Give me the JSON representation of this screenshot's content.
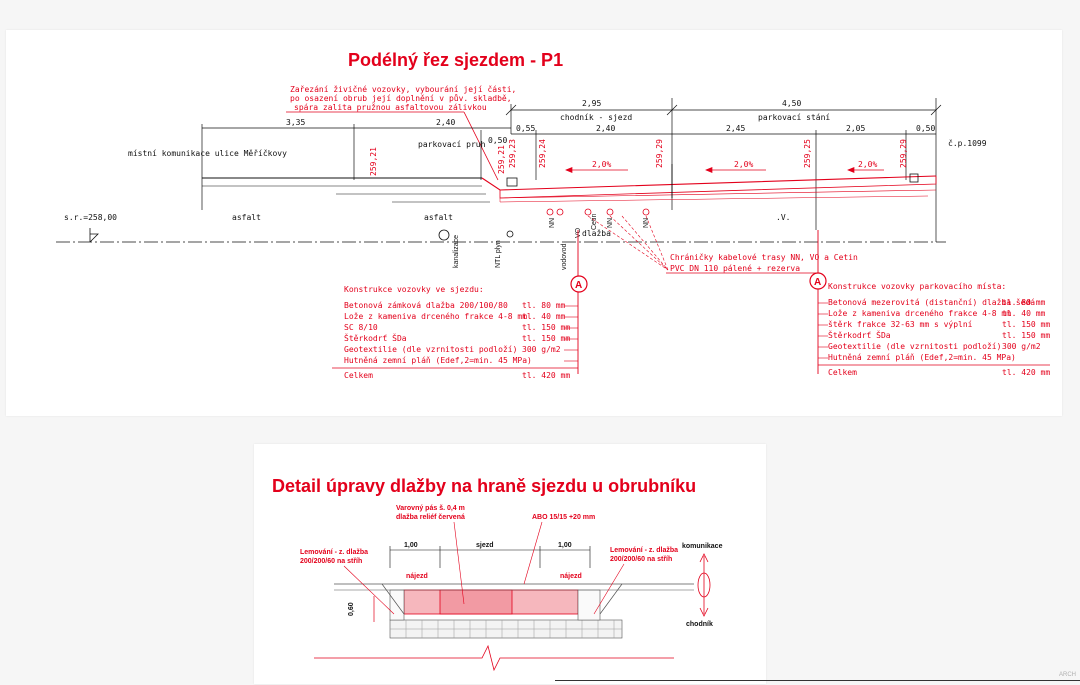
{
  "longitudinal_section": {
    "title": "Podélný řez sjezdem - P1",
    "note": [
      "Zařezání živičné vozovky, vybourání její části,",
      "po osazení obrub její doplnění v pův. skladbě,",
      "spára zalita pružnou asfaltovou zálivkou"
    ],
    "street": "místní komunikace ulice Měříčkovy",
    "parking_strip": "parkovací pruh",
    "house": "č.p.1099",
    "datum": "s.r.=258,00",
    "asphalt_labels": [
      "asfalt",
      "asfalt"
    ],
    "paving_label": "dlažba",
    "v_label": ".V.",
    "dims_top": {
      "d1": "2,95",
      "d2": "4,50",
      "sec1": "chodník - sjezd",
      "sec2": "parkovací stání"
    },
    "dims_mid": [
      "3,35",
      "2,40",
      "0,50",
      "0,55",
      "2,40",
      "2,45",
      "2,05",
      "0,50"
    ],
    "elevations": [
      "259,21",
      "259,21",
      "259,23",
      "259,24",
      "259,29",
      "259,25",
      "259,29"
    ],
    "slopes": [
      "2,0%",
      "2,0%",
      "2,0%"
    ],
    "utility_labels": [
      "kanalizace",
      "NTL plyn",
      "vodovod",
      "VO",
      "NN",
      "Cetin",
      "NN",
      "NN"
    ],
    "cable_note": [
      "Chráničky kabelové trasy NN, VO a Cetin",
      "PVC DN 110 pálené + rezerva"
    ],
    "marker": "A"
  },
  "construction_driveway": {
    "heading": "Konstrukce vozovky ve sjezdu:",
    "layers": [
      {
        "name": "Betonová zámková dlažba 200/100/80",
        "value": "tl. 80 mm"
      },
      {
        "name": "Lože z kameniva drceného frakce 4-8 mm",
        "value": "tl. 40 mm"
      },
      {
        "name": "SC 8/10",
        "value": "tl. 150 mm"
      },
      {
        "name": "Štěrkodrť   ŠDa",
        "value": "tl. 150 mm"
      },
      {
        "name": "Geotextilie (dle vzrnitosti podloží)",
        "value": "300 g/m2"
      },
      {
        "name": "Hutněná zemní pláň  (Edef,2=min. 45 MPa)",
        "value": ""
      }
    ],
    "total_label": "Celkem",
    "total_value": "tl. 420 mm"
  },
  "construction_parking": {
    "heading": "Konstrukce vozovky parkovacího místa:",
    "layers": [
      {
        "name": "Betonová mezerovitá (distanční) dlažba šedá",
        "value": "tl. 80 mm"
      },
      {
        "name": "Lože z kameniva drceného frakce 4-8 mm",
        "value": "tl. 40 mm"
      },
      {
        "name": "štěrk frakce 32-63 mm s výplní",
        "value": "tl. 150 mm"
      },
      {
        "name": "Štěrkodrť   ŠDa",
        "value": "tl. 150 mm"
      },
      {
        "name": "Geotextilie (dle vzrnitosti podloží)",
        "value": "300 g/m2"
      },
      {
        "name": "Hutněná zemní pláň  (Edef,2=min. 45 MPa)",
        "value": ""
      }
    ],
    "total_label": "Celkem",
    "total_value": "tl. 420 mm"
  },
  "detail": {
    "title": "Detail úpravy dlažby na hraně sjezdu u obrubníku",
    "warning_strip": [
      "Varovný pás š. 0,4 m",
      "dlažba reliéf červená"
    ],
    "abo": "ABO 15/15 +20 mm",
    "edge_left": [
      "Lemování - z. dlažba",
      "200/200/60 na stříh"
    ],
    "edge_right": [
      "Lemování - z. dlažba",
      "200/200/60 na stříh"
    ],
    "dim_left": "1,00",
    "dim_right": "1,00",
    "sjezd": "sjezd",
    "ramp_left": "nájezd",
    "ramp_right": "nájezd",
    "height_dim": "0,60",
    "komunikace": "komunikace",
    "chodnik": "chodník"
  },
  "watermark": "ARCH"
}
